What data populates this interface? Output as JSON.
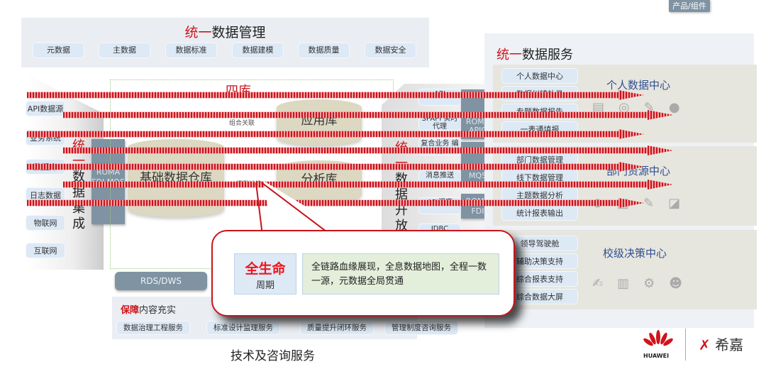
{
  "badge": "产品/组件",
  "management": {
    "title_red": "统一",
    "title_rest": "数据管理",
    "items": [
      "元数据",
      "主数据",
      "数据标准",
      "数据建模",
      "数据质量",
      "数据安全"
    ]
  },
  "sources": {
    "items": [
      "API数据源",
      "业务系统",
      "数据库",
      "日志数据",
      "物联网",
      "互联网"
    ],
    "title_red": "统一",
    "title_rest": [
      "数",
      "据",
      "集",
      "成"
    ],
    "gate": "ROMA FDI MQS"
  },
  "lake": {
    "title": "四库",
    "base_db": "基础数据仓库",
    "app_db": "应用库",
    "analysis_db": "分析库",
    "label_combine": "组合关联",
    "label_model": "模型计算",
    "storage": "RDS/DWS"
  },
  "open": {
    "title_red": "统一",
    "title_rest": [
      "数",
      "据",
      "开",
      "放"
    ],
    "items": [
      "API",
      "SPAPI 实时代理",
      "复合业务 编排",
      "消息推送",
      "API调度",
      "JDBC"
    ],
    "gates": [
      "ROMA APIC",
      "ROMA MQS",
      "ROMA FDI"
    ]
  },
  "assurance": {
    "title_red": "保障",
    "title_rest": "内容充实",
    "items": [
      "数据治理工程服务",
      "标准设计监理服务",
      "质量提升闭环服务",
      "管理制度咨询服务"
    ],
    "footer": "技术及咨询服务"
  },
  "services": {
    "title_red": "统一",
    "title_rest": "数据服务",
    "centers": [
      {
        "name": "个人数据中心",
        "items": [
          "个人数据中心",
          "数据纠错补录",
          "专题数据报告",
          "一表通填报"
        ]
      },
      {
        "name": "部门资源中心",
        "items": [
          "部门数据管理",
          "线下数据管理",
          "主题数据分析",
          "统计报表输出"
        ]
      },
      {
        "name": "校级决策中心",
        "items": [
          "领导驾驶舱",
          "辅助决策支持",
          "综合报表支持",
          "综合数据大屏"
        ]
      }
    ]
  },
  "callout": {
    "title_red": "全生命",
    "title_sub": "周期",
    "text": "全链路血缘展现，全息数据地图，全程一数一源，元数据全局贯通"
  },
  "logos": {
    "huawei": "HUAWEI",
    "partner": "希嘉"
  },
  "colors": {
    "accent_red": "#d0141b",
    "gate_gray": "#7f93a3",
    "pill_blue": "#dde9f5",
    "center_title": "#31508f"
  }
}
